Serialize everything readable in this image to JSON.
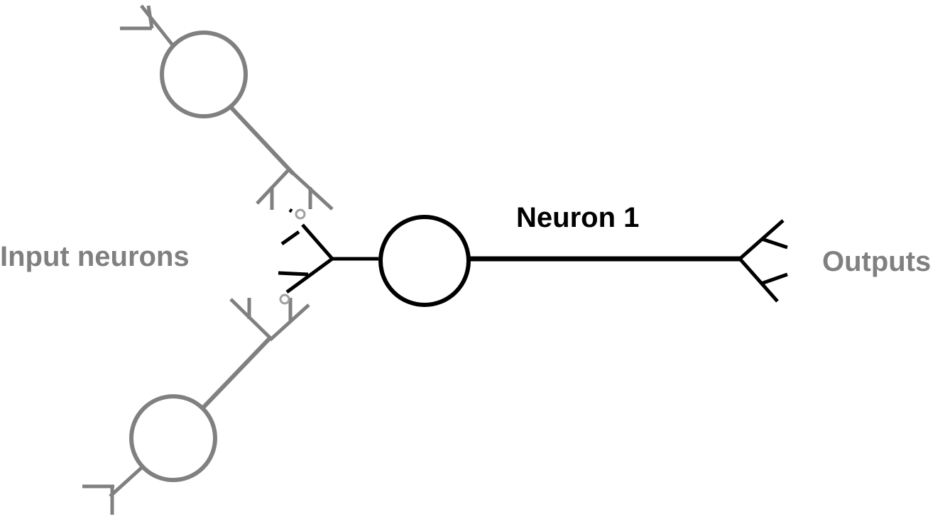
{
  "labels": {
    "input": "Input neurons",
    "neuron": "Neuron 1",
    "outputs": "Outputs"
  },
  "colors": {
    "input_neurons": "#808080",
    "main_neuron": "#000000",
    "background": "#ffffff",
    "synapse_dot": "#a0a0a0"
  }
}
